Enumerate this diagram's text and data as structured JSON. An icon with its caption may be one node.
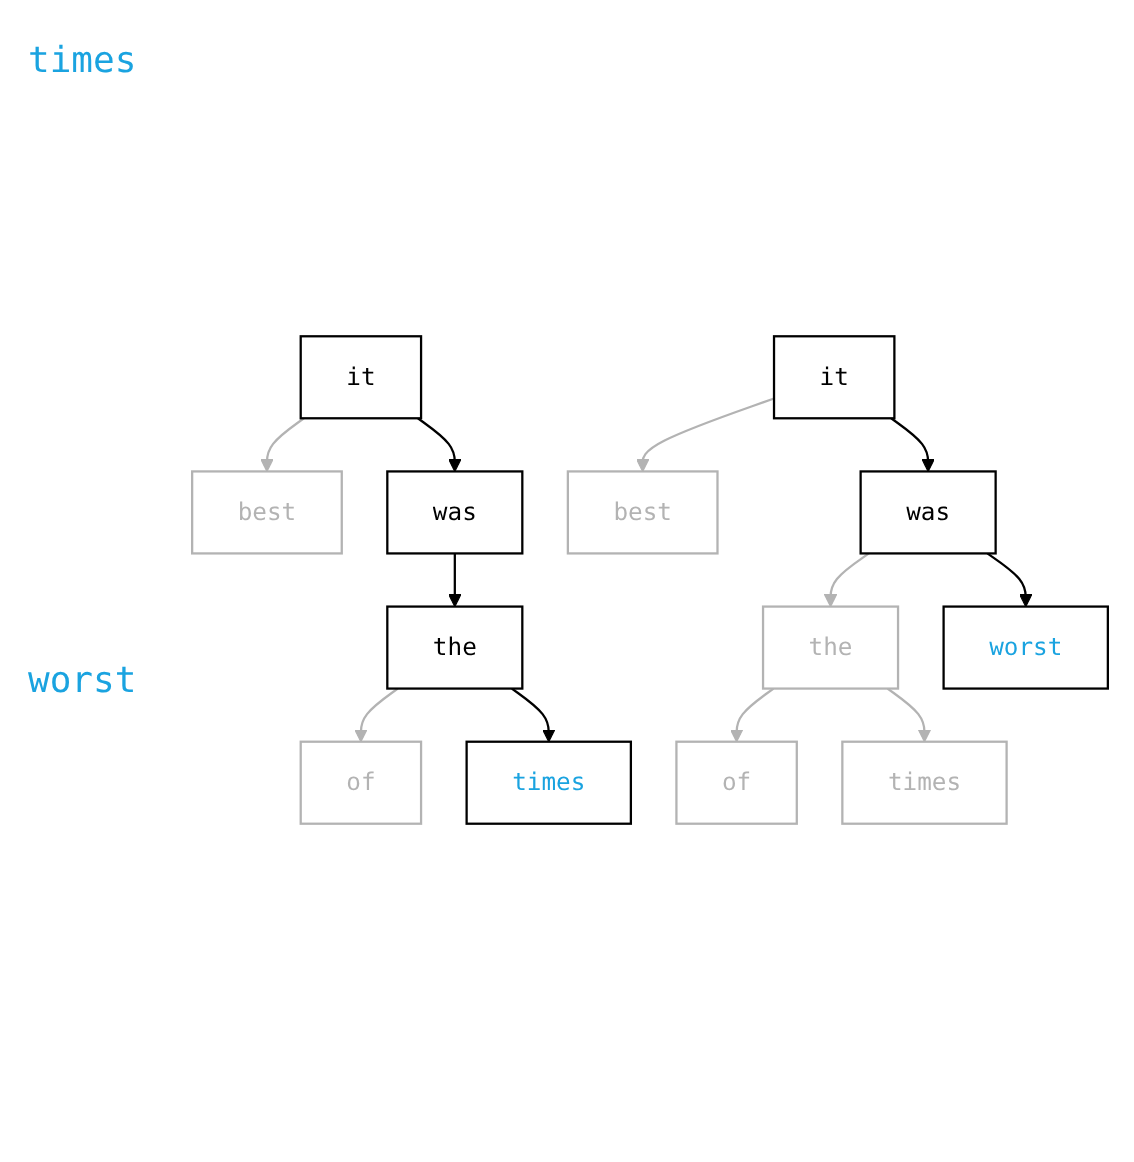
{
  "diagram": {
    "nodes": [
      {
        "text": [
          "it"
        ]
      },
      {
        "text": [
          "best"
        ]
      },
      {
        "text": [
          "was"
        ]
      },
      {
        "text": [
          "the"
        ]
      },
      {
        "text": [
          "of"
        ]
      },
      {
        "text": [
          "times"
        ]
      },
      {
        "text": [
          "it"
        ]
      },
      {
        "text": [
          "best"
        ]
      },
      {
        "text": [
          "was"
        ]
      },
      {
        "text": [
          "the"
        ]
      },
      {
        "text": [
          "worst"
        ]
      },
      {
        "text": [
          "of"
        ]
      },
      {
        "text": [
          "times"
        ]
      }
    ],
    "edges": [
      {
        "from": 0,
        "to": 1,
        "arrow": "to"
      },
      {
        "from": 0,
        "to": 2,
        "arrow": "to",
        "color": "#000000"
      },
      {
        "from": 2,
        "to": 3,
        "arrow": "to",
        "color": "#000000"
      },
      {
        "from": 3,
        "to": 4,
        "arrow": "to"
      },
      {
        "from": 3,
        "to": 5,
        "arrow": "to",
        "color": "#000000"
      },
      {
        "from": 6,
        "to": 7,
        "arrow": "to"
      },
      {
        "from": 6,
        "to": 8,
        "arrow": "to",
        "color": "#000000"
      },
      {
        "from": 8,
        "to": 9,
        "arrow": "to"
      },
      {
        "from": 8,
        "to": 10,
        "arrow": "to",
        "color": "#000000"
      },
      {
        "from": 9,
        "to": 11,
        "arrow": "to"
      },
      {
        "from": 9,
        "to": 12,
        "arrow": "to"
      }
    ],
    "labels": [
      "times",
      "worst"
    ]
  }
}
